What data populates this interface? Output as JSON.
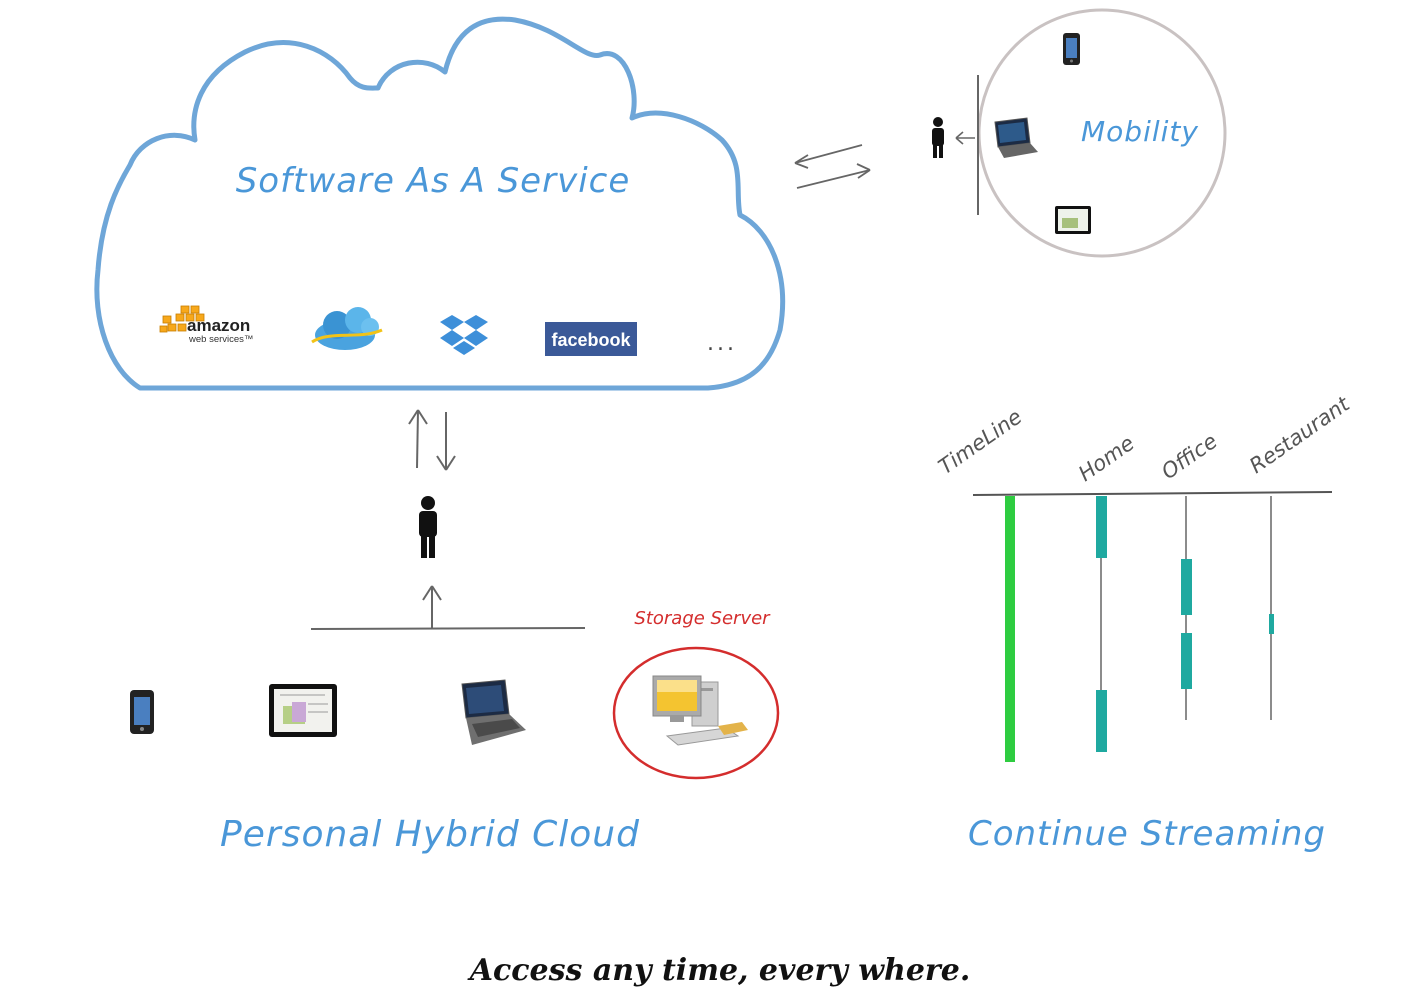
{
  "saas": {
    "title": "Software As A Service",
    "providers": [
      {
        "name": "amazon-web-services-logo",
        "text_main": "amazon",
        "text_sub": "web services™"
      },
      {
        "name": "onedrive-cloud-logo"
      },
      {
        "name": "dropbox-logo"
      },
      {
        "name": "facebook-logo",
        "text_main": "facebook"
      }
    ],
    "ellipsis": "..."
  },
  "mobility": {
    "title": "Mobility",
    "devices": [
      "phone-icon",
      "laptop-icon",
      "tablet-icon"
    ]
  },
  "hybrid": {
    "title": "Personal Hybrid Cloud",
    "storage_label": "Storage Server",
    "devices": [
      "phone-icon",
      "tablet-icon",
      "laptop-icon",
      "desktop-computer-icon"
    ]
  },
  "streaming": {
    "title": "Continue Streaming",
    "columns": [
      "TimeLine",
      "Home",
      "Office",
      "Restaurant"
    ]
  },
  "tagline": "Access any time, every where.",
  "colors": {
    "cloud_stroke": "#6ea6d8",
    "title_blue": "#4a97d8",
    "timeline_green": "#2ecc40",
    "segment_teal": "#1fa9a0",
    "storage_red": "#d42d2d",
    "circle_gray": "#c9c2c2"
  }
}
